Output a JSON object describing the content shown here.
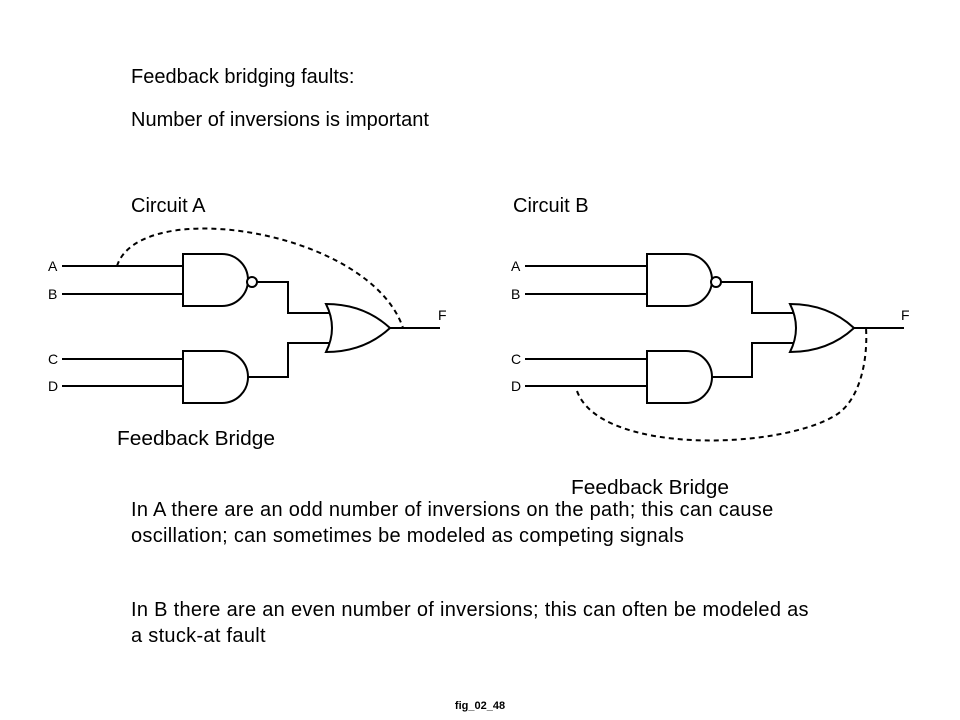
{
  "title": "Feedback bridging faults:",
  "subtitle": "Number of inversions is important",
  "circuit_a": {
    "label": "Circuit A",
    "inputs": [
      "A",
      "B",
      "C",
      "D"
    ],
    "output": "F",
    "bridge_caption": "Feedback Bridge"
  },
  "circuit_b": {
    "label": "Circuit B",
    "inputs": [
      "A",
      "B",
      "C",
      "D"
    ],
    "output": "F",
    "bridge_caption": "Feedback Bridge"
  },
  "paragraphs": [
    "In A there are an odd number of inversions on the path; this can cause oscillation; can sometimes be modeled as competing signals",
    "In B there are an even number of inversions; this can often be modeled as a stuck-at fault"
  ],
  "figure_label": "fig_02_48"
}
